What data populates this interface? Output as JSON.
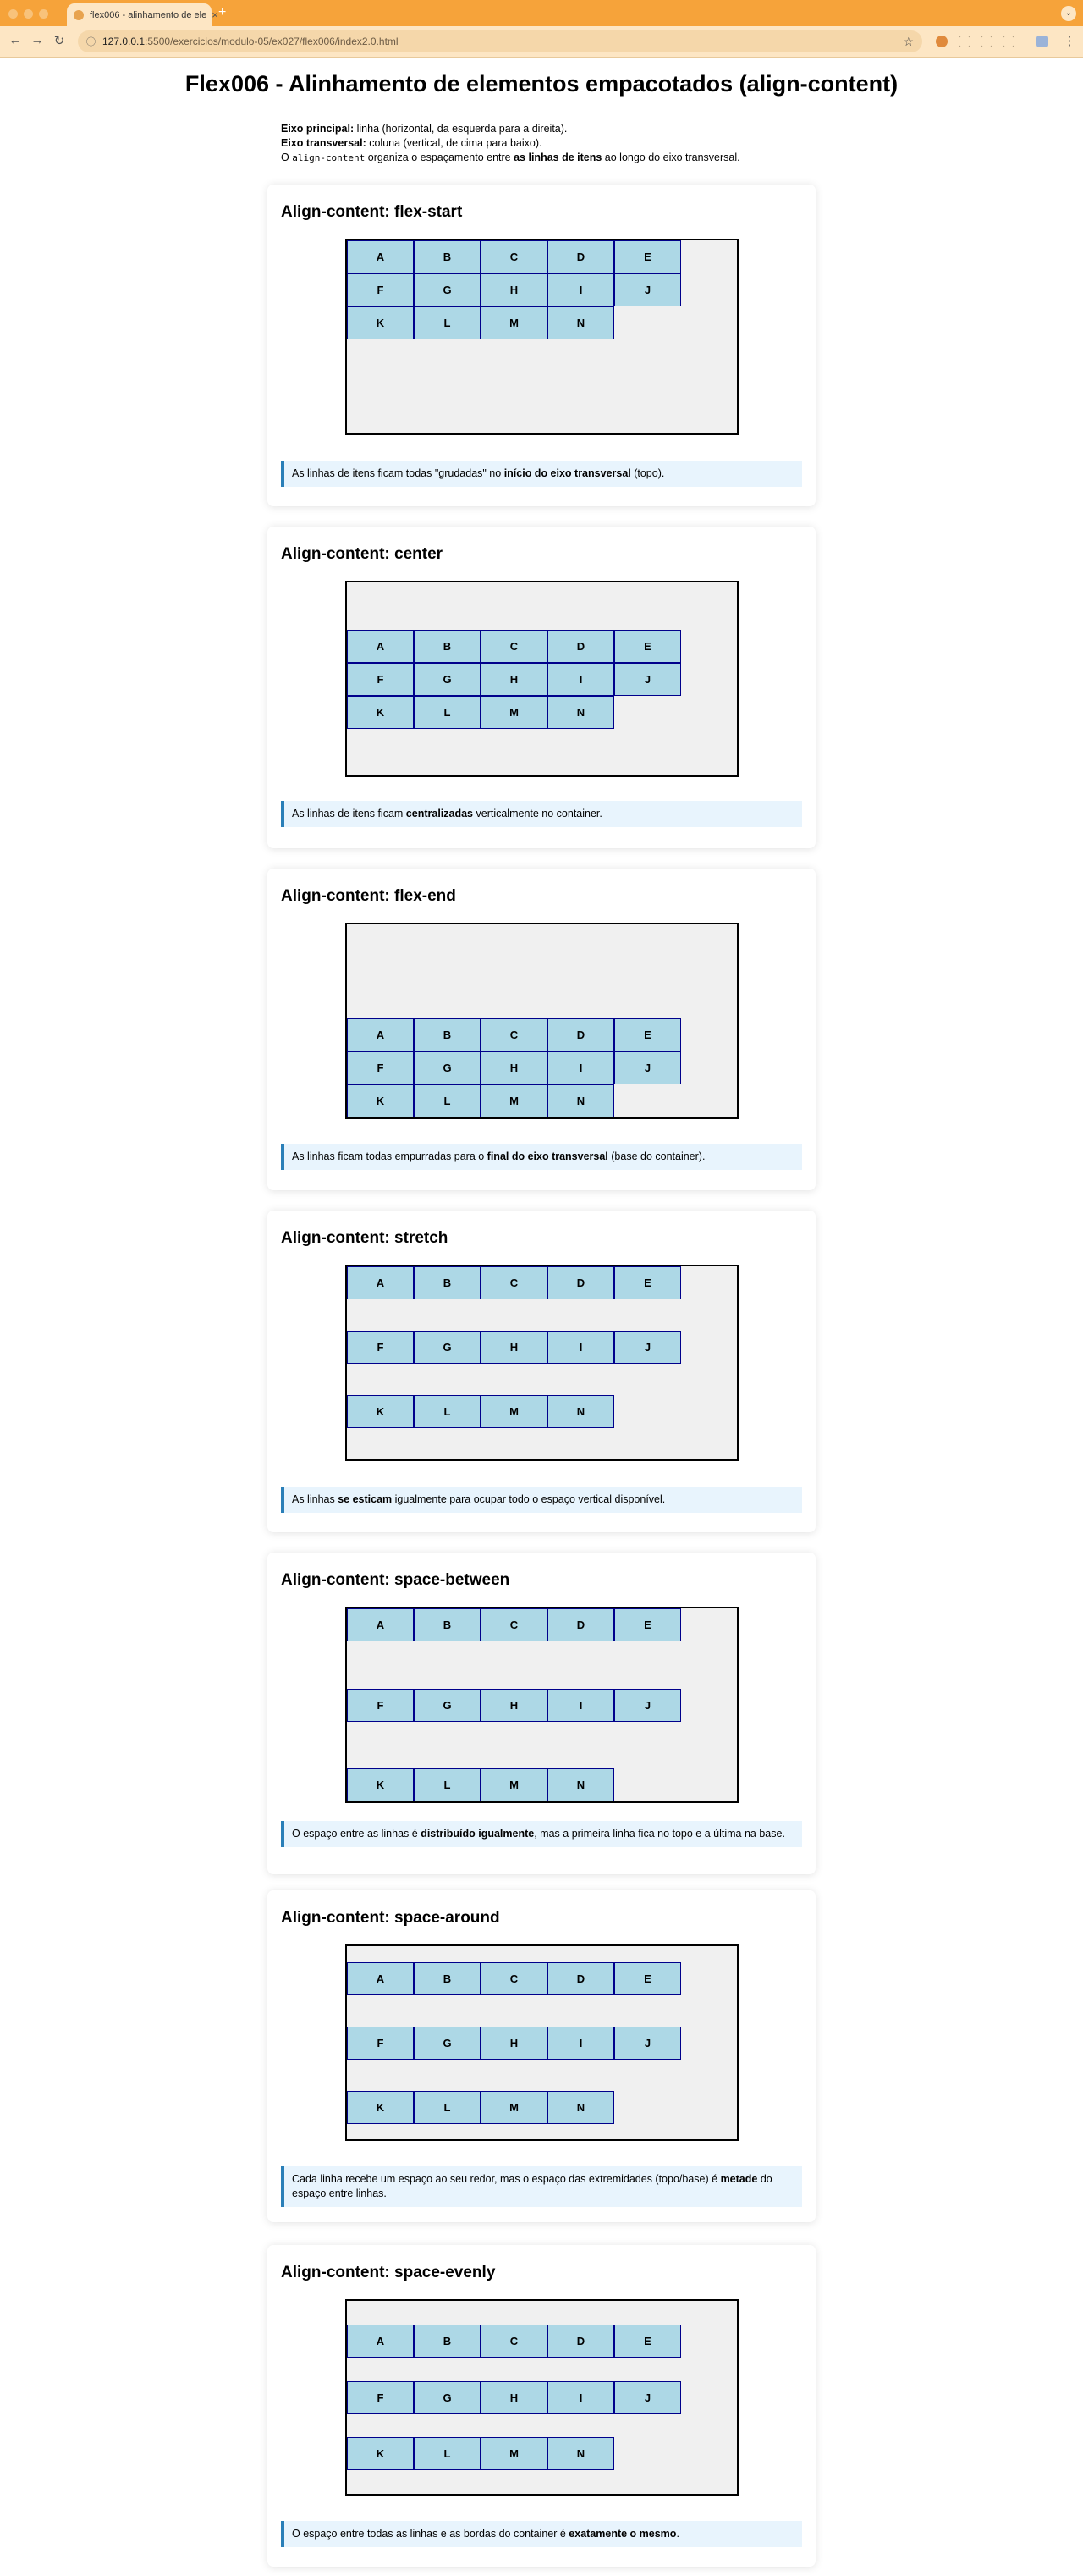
{
  "browser": {
    "tab_title": "flex006 - alinhamento de ele",
    "url_host": "127.0.0.1",
    "url_path": ":5500/exercicios/modulo-05/ex027/flex006/index2.0.html"
  },
  "page": {
    "title": "Flex006 - Alinhamento de elementos empacotados (align-content)",
    "legend": {
      "line1_strong": "Eixo principal:",
      "line1_text": " linha (horizontal, da esquerda para a direita).",
      "line2_strong": "Eixo transversal:",
      "line2_text": " coluna (vertical, de cima para baixo).",
      "line3_pre": "O ",
      "line3_code": "align-content",
      "line3_mid": " organiza o espaçamento entre ",
      "line3_strong": "as linhas de itens",
      "line3_post": " ao longo do eixo transversal."
    }
  },
  "items": [
    "A",
    "B",
    "C",
    "D",
    "E",
    "F",
    "G",
    "H",
    "I",
    "J",
    "K",
    "L",
    "M",
    "N"
  ],
  "sections": [
    {
      "title": "Align-content: flex-start",
      "value": "flex-start",
      "note": [
        {
          "t": "As linhas de itens ficam todas \"grudadas\" no "
        },
        {
          "t": "início do eixo transversal",
          "b": true
        },
        {
          "t": " (topo)."
        }
      ]
    },
    {
      "title": "Align-content: center",
      "value": "center",
      "note": [
        {
          "t": "As linhas de itens ficam "
        },
        {
          "t": "centralizadas",
          "b": true
        },
        {
          "t": " verticalmente no container."
        }
      ]
    },
    {
      "title": "Align-content: flex-end",
      "value": "flex-end",
      "note": [
        {
          "t": "As linhas ficam todas empurradas para o "
        },
        {
          "t": "final do eixo transversal",
          "b": true
        },
        {
          "t": " (base do container)."
        }
      ]
    },
    {
      "title": "Align-content: stretch",
      "value": "stretch",
      "note": [
        {
          "t": "As linhas "
        },
        {
          "t": "se esticam",
          "b": true
        },
        {
          "t": " igualmente para ocupar todo o espaço vertical disponível."
        }
      ]
    },
    {
      "title": "Align-content: space-between",
      "value": "space-between",
      "note": [
        {
          "t": "O espaço entre as linhas é "
        },
        {
          "t": "distribuído igualmente",
          "b": true
        },
        {
          "t": ", mas a primeira linha fica no topo e a última na base."
        }
      ]
    },
    {
      "title": "Align-content: space-around",
      "value": "space-around",
      "note": [
        {
          "t": "Cada linha recebe um espaço ao seu redor, mas o espaço das extremidades (topo/base) é "
        },
        {
          "t": "metade",
          "b": true
        },
        {
          "t": " do espaço entre linhas."
        }
      ]
    },
    {
      "title": "Align-content: space-evenly",
      "value": "space-evenly",
      "note": [
        {
          "t": "O espaço entre todas as linhas e as bordas do container é "
        },
        {
          "t": "exatamente o mesmo",
          "b": true
        },
        {
          "t": "."
        }
      ]
    }
  ]
}
